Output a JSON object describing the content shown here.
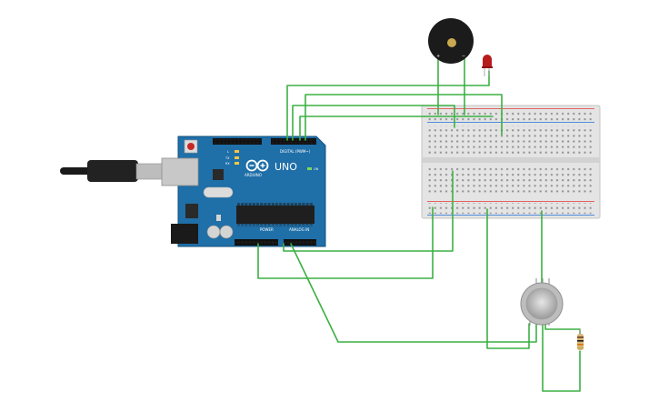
{
  "arduino": {
    "model_label": "UNO",
    "brand_label": "ARDUINO",
    "digital_label": "DIGITAL (PWM~)",
    "power_label": "POWER",
    "analog_label": "ANALOG IN",
    "tx_label": "TX",
    "rx_label": "RX",
    "on_label": "ON",
    "l_label": "L",
    "board_color": "#1f6fa8"
  },
  "buzzer": {
    "plus_label": "+",
    "minus_label": "−"
  },
  "wire_color": "#3cb043",
  "led_color": "#b71c1c"
}
